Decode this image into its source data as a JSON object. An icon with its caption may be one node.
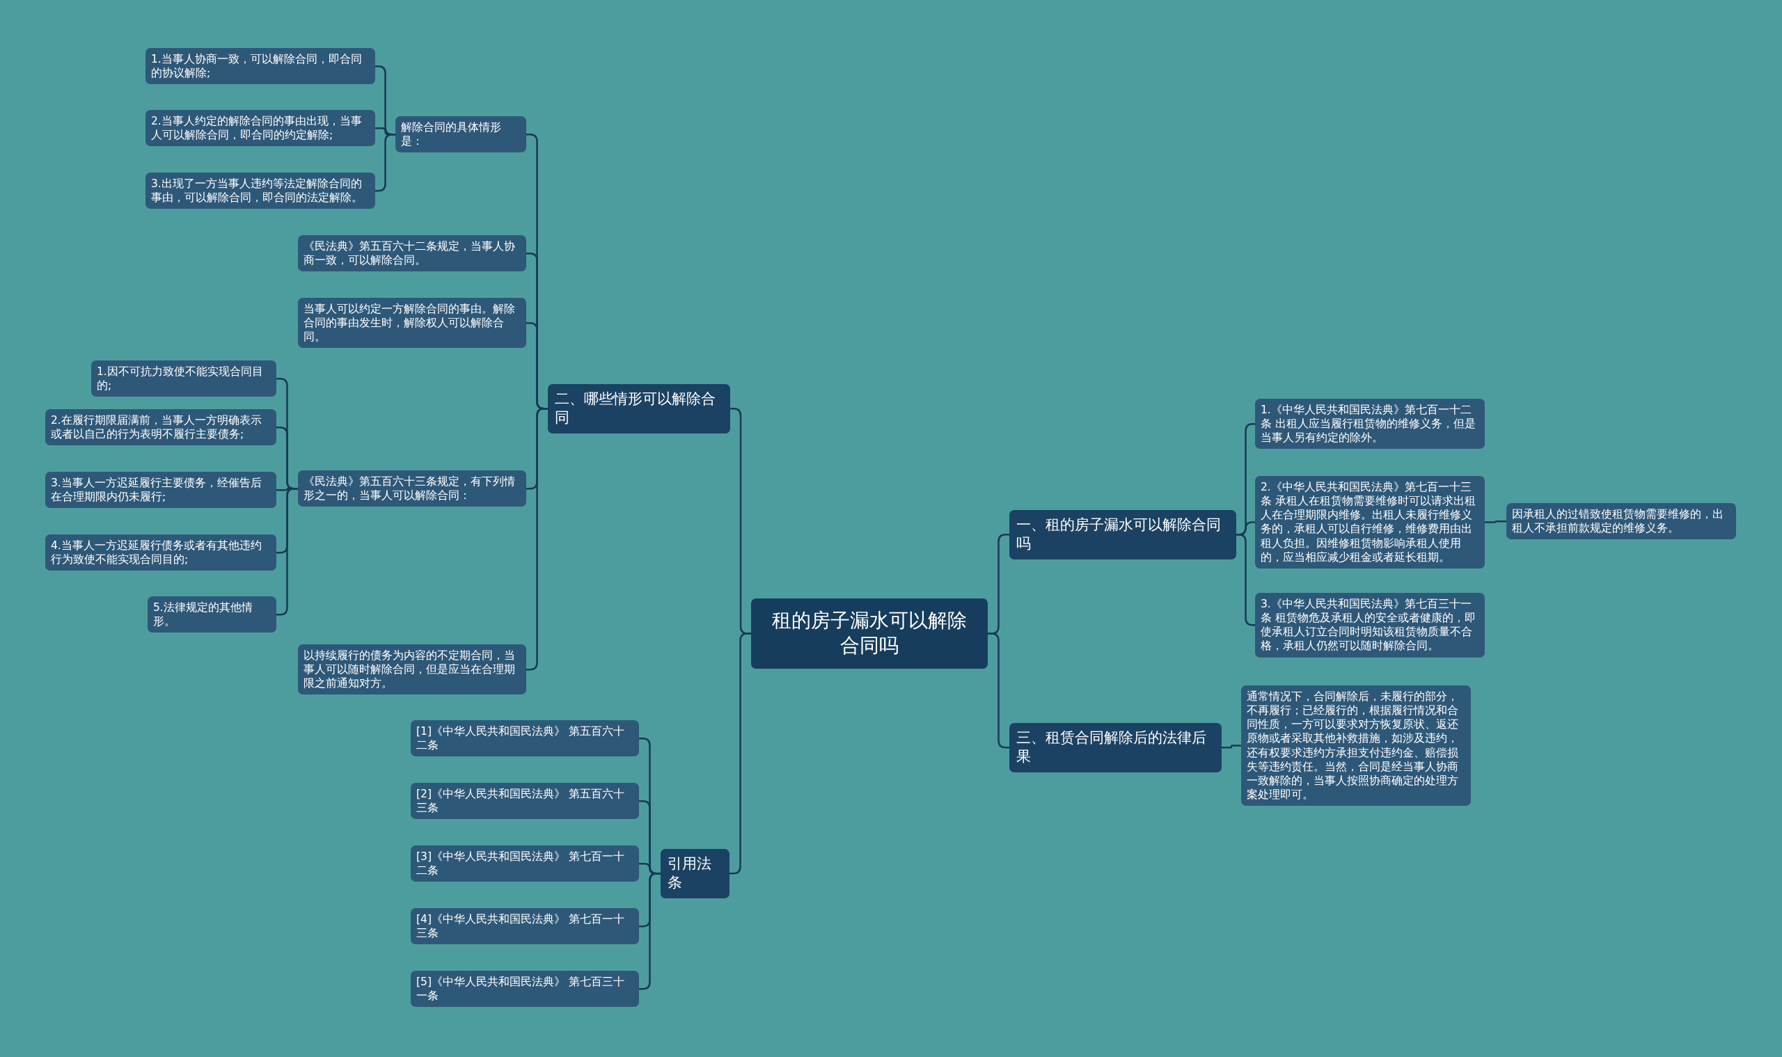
{
  "diagram": {
    "nodes": [
      {
        "text": [
          "租的房子漏水可以解除合同吗"
        ]
      },
      {
        "text": [
          "一、租的房子漏水可以解除合同吗"
        ]
      },
      {
        "text": [
          "1.《中华人民共和国民法典》第七百一十二条 出租人应当履行租赁物的维修义务，但是当事人另有约定的除外。"
        ]
      },
      {
        "text": [
          "2.《中华人民共和国民法典》第七百一十三条 承租人在租赁物需要维修时可以请求出租人在合理期限内维修。出租人未履行维修义务的，承租人可以自行维修，维修费用由出租人负担。因维修租赁物影响承租人使用的，应当相应减少租金或者延长租期。"
        ]
      },
      {
        "text": [
          "因承租人的过错致使租赁物需要维修的，出租人不承担前款规定的维修义务。"
        ]
      },
      {
        "text": [
          "3.《中华人民共和国民法典》第七百三十一条 租赁物危及承租人的安全或者健康的，即使承租人订立合同时明知该租赁物质量不合格，承租人仍然可以随时解除合同。"
        ]
      },
      {
        "text": [
          "三、租赁合同解除后的法律后果"
        ]
      },
      {
        "text": [
          "通常情况下，合同解除后，未履行的部分，不再履行；已经履行的，根据履行情况和合同性质，一方可以要求对方恢复原状、返还原物或者采取其他补救措施，如涉及违约，还有权要求违约方承担支付违约金、赔偿损失等违约责任。当然，合同是经当事人协商一致解除的，当事人按照协商确定的处理方案处理即可。"
        ]
      },
      {
        "text": [
          "二、哪些情形可以解除合同"
        ]
      },
      {
        "text": [
          "解除合同的具体情形是："
        ]
      },
      {
        "text": [
          "1.当事人协商一致，可以解除合同，即合同的协议解除;"
        ]
      },
      {
        "text": [
          "2.当事人约定的解除合同的事由出现，当事人可以解除合同，即合同的约定解除;"
        ]
      },
      {
        "text": [
          "3.出现了一方当事人违约等法定解除合同的事由，可以解除合同，即合同的法定解除。"
        ]
      },
      {
        "text": [
          "《民法典》第五百六十二条规定，当事人协商一致，可以解除合同。"
        ]
      },
      {
        "text": [
          "当事人可以约定一方解除合同的事由。解除合同的事由发生时，解除权人可以解除合同。"
        ]
      },
      {
        "text": [
          "《民法典》第五百六十三条规定，有下列情形之一的，当事人可以解除合同："
        ]
      },
      {
        "text": [
          "1.因不可抗力致使不能实现合同目的;"
        ]
      },
      {
        "text": [
          "2.在履行期限届满前，当事人一方明确表示或者以自己的行为表明不履行主要债务;"
        ]
      },
      {
        "text": [
          "3.当事人一方迟延履行主要债务，经催告后在合理期限内仍未履行;"
        ]
      },
      {
        "text": [
          "4.当事人一方迟延履行债务或者有其他违约行为致使不能实现合同目的;"
        ]
      },
      {
        "text": [
          "5.法律规定的其他情形。"
        ]
      },
      {
        "text": [
          "以持续履行的债务为内容的不定期合同，当事人可以随时解除合同，但是应当在合理期限之前通知对方。"
        ]
      },
      {
        "text": [
          "引用法条"
        ]
      },
      {
        "text": [
          "[1]《中华人民共和国民法典》 第五百六十二条"
        ]
      },
      {
        "text": [
          "[2]《中华人民共和国民法典》 第五百六十三条"
        ]
      },
      {
        "text": [
          "[3]《中华人民共和国民法典》 第七百一十二条"
        ]
      },
      {
        "text": [
          "[4]《中华人民共和国民法典》 第七百一十三条"
        ]
      },
      {
        "text": [
          "[5]《中华人民共和国民法典》 第七百三十一条"
        ]
      }
    ],
    "edges": [
      {
        "from": 0,
        "to": 1,
        "arrow": "none"
      },
      {
        "from": 1,
        "to": 2,
        "arrow": "none"
      },
      {
        "from": 1,
        "to": 3,
        "arrow": "none"
      },
      {
        "from": 3,
        "to": 4,
        "arrow": "none"
      },
      {
        "from": 1,
        "to": 5,
        "arrow": "none"
      },
      {
        "from": 0,
        "to": 6,
        "arrow": "none"
      },
      {
        "from": 6,
        "to": 7,
        "arrow": "none"
      },
      {
        "from": 0,
        "to": 8,
        "arrow": "none"
      },
      {
        "from": 8,
        "to": 9,
        "arrow": "none"
      },
      {
        "from": 9,
        "to": 10,
        "arrow": "none"
      },
      {
        "from": 9,
        "to": 11,
        "arrow": "none"
      },
      {
        "from": 9,
        "to": 12,
        "arrow": "none"
      },
      {
        "from": 8,
        "to": 13,
        "arrow": "none"
      },
      {
        "from": 8,
        "to": 14,
        "arrow": "none"
      },
      {
        "from": 8,
        "to": 15,
        "arrow": "none"
      },
      {
        "from": 15,
        "to": 16,
        "arrow": "none"
      },
      {
        "from": 15,
        "to": 17,
        "arrow": "none"
      },
      {
        "from": 15,
        "to": 18,
        "arrow": "none"
      },
      {
        "from": 15,
        "to": 19,
        "arrow": "none"
      },
      {
        "from": 15,
        "to": 20,
        "arrow": "none"
      },
      {
        "from": 8,
        "to": 21,
        "arrow": "none"
      },
      {
        "from": 0,
        "to": 22,
        "arrow": "none"
      },
      {
        "from": 22,
        "to": 23,
        "arrow": "none"
      },
      {
        "from": 22,
        "to": 24,
        "arrow": "none"
      },
      {
        "from": 22,
        "to": 25,
        "arrow": "none"
      },
      {
        "from": 22,
        "to": 26,
        "arrow": "none"
      },
      {
        "from": 22,
        "to": 27,
        "arrow": "none"
      }
    ]
  }
}
